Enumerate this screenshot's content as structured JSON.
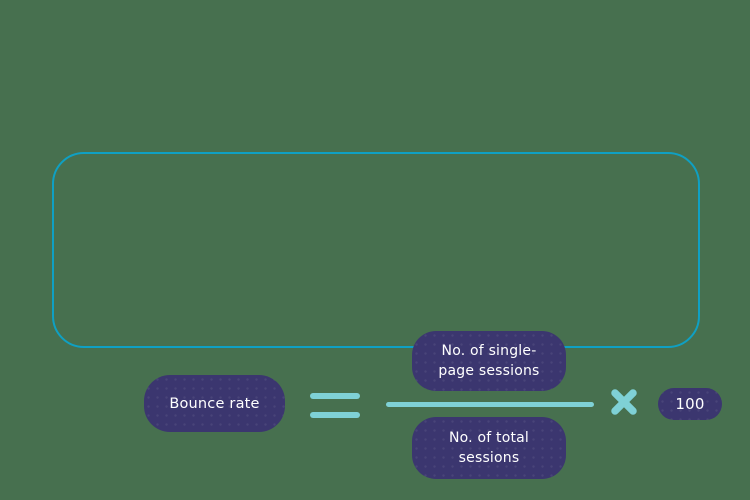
{
  "colors": {
    "background": "#47704F",
    "border": "#0FA0C3",
    "accent": "#7FD1D6",
    "pill": "#3B366F",
    "text": "#FFFFFF"
  },
  "formula": {
    "bounce_rate_label": "Bounce rate",
    "equals_symbol": "=",
    "numerator_label": "No. of single-page sessions",
    "denominator_label": "No. of total sessions",
    "multiply_symbol": "×",
    "multiplier_value": "100"
  }
}
